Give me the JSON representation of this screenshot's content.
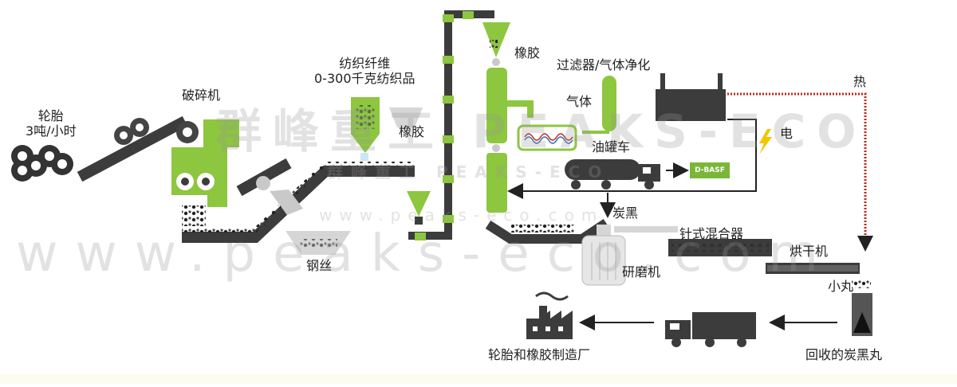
{
  "labels": {
    "tire": "轮胎",
    "tire_rate": "3吨/小时",
    "shredder": "破碎机",
    "fiber": "纺织纤维",
    "fiber_amount": "0-300千克纺织品",
    "rubber_left": "橡胶",
    "steel": "钢丝",
    "rubber_top": "橡胶",
    "filter": "过滤器/气体净化",
    "gas": "气体",
    "tanker": "油罐车",
    "heat": "热",
    "electric": "电",
    "carbon_black": "炭黑",
    "pin_mixer": "针式混合器",
    "grinder": "研磨机",
    "dryer": "烘干机",
    "pellets": "小丸",
    "recovered": "回收的炭黑丸",
    "factory": "轮胎和橡胶制造厂"
  },
  "badge": "D-BASF",
  "watermark": {
    "big": "群峰重工 PEAKS-ECO",
    "mid": "群峰重工 PEAKS-ECO",
    "url_small": "www.peaks-eco.com",
    "url_big": "www.peaks-eco.com"
  },
  "colors": {
    "green": "#8dc63f",
    "dark": "#3c3c3c",
    "heat_red": "#c0281c",
    "bolt": "#f2c500",
    "grey": "#c9c9c9"
  }
}
